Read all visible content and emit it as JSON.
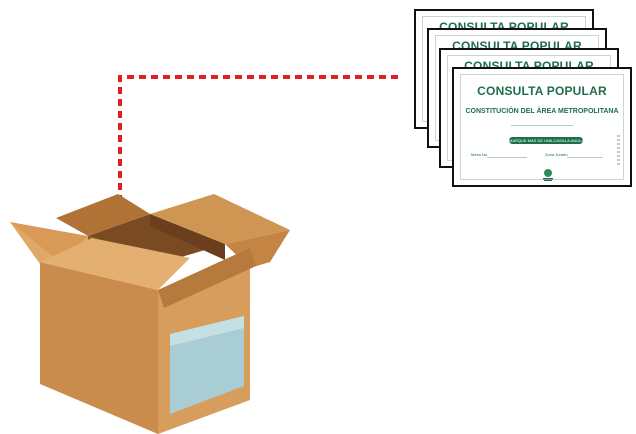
{
  "ballots": [
    {
      "title": "CONSULTA POPULAR"
    },
    {
      "title": "CONSULTA POPULAR"
    },
    {
      "title": "CONSULTA POPULAR"
    },
    {
      "title": "CONSULTA POPULAR",
      "subtitle": "CONSTITUCIÓN DEL ÁREA METROPOLITANA",
      "instruction": "MARQUE MAS DE UNA CASILLA ANULA EL VOTO",
      "field_mesa": "Mesa No.",
      "field_zona": "Zona Jurado"
    }
  ],
  "colors": {
    "ballot_green": "#1f6e4a",
    "connector_red": "#e02020",
    "box_main": "#c98c4c",
    "box_window": "#a9cdd4"
  },
  "icons": {
    "box": "open-cardboard-box-icon",
    "seal": "registry-seal-icon"
  }
}
